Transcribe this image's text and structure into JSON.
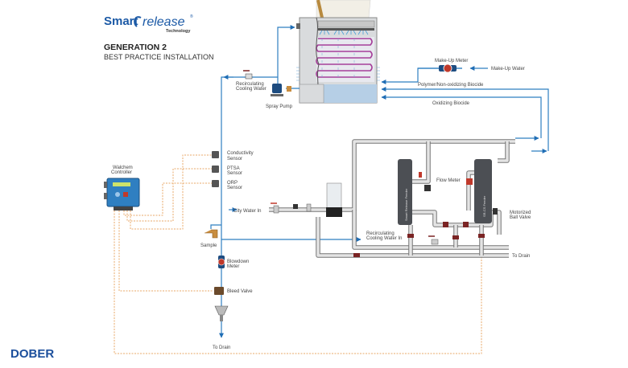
{
  "header": {
    "brand_smart": "Smart",
    "brand_release": "release",
    "brand_reg": "®",
    "brand_tech": "Technology",
    "title": "GENERATION 2",
    "subtitle": "BEST PRACTICE INSTALLATION"
  },
  "footer": {
    "logo": "DOBER"
  },
  "colors": {
    "water_line": "#2f7fc1",
    "signal_line": "#e8a868",
    "brand_blue": "#1c5aa6",
    "coil": "#a6409a"
  },
  "labels": {
    "recirc_cooling_water": [
      "Recirculating",
      "Cooling Water"
    ],
    "spray_pump": "Spray Pump",
    "make_up_meter": "Make-Up Meter",
    "make_up_water": "Make-Up Water",
    "polymer_biocide": "Polymer/Non-oxidizing Biocide",
    "oxidizing_biocide": "Oxidizing Biocide",
    "walchem": [
      "Walchem",
      "Controller"
    ],
    "conductivity": [
      "Conductivity",
      "Sensor"
    ],
    "ptsa": [
      "PTSA",
      "Sensor"
    ],
    "orp": [
      "ORP",
      "Sensor"
    ],
    "city_water_in": "City Water In",
    "sample": "Sample",
    "blowdown_meter": [
      "Blowdown",
      "Meter"
    ],
    "bleed_valve": "Bleed Valve",
    "to_drain_left": "To Drain",
    "recirc_in": [
      "Recirculating",
      "Cooling Water In"
    ],
    "flow_meter": "Flow Meter",
    "motorized_valve": [
      "Motorized",
      "Ball Valve"
    ],
    "to_drain_right": "To Drain",
    "feeder_left": "Smart Release Feeder",
    "feeder_right": "SR-CS Feeder"
  }
}
